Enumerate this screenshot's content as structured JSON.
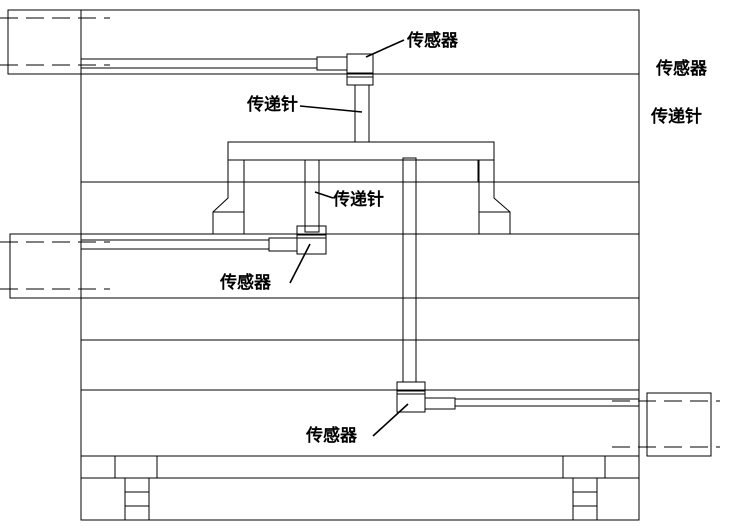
{
  "labels": {
    "sensor_top": "传感器",
    "pin_top": "传递针",
    "pin_mid": "传递针",
    "sensor_mid": "传感器",
    "sensor_bottom": "传感器",
    "side_sensor": "传感器",
    "side_pin": "传递针"
  },
  "colors": {
    "line": "#000000",
    "background": "#ffffff",
    "fill_plate": "#ffffff"
  }
}
